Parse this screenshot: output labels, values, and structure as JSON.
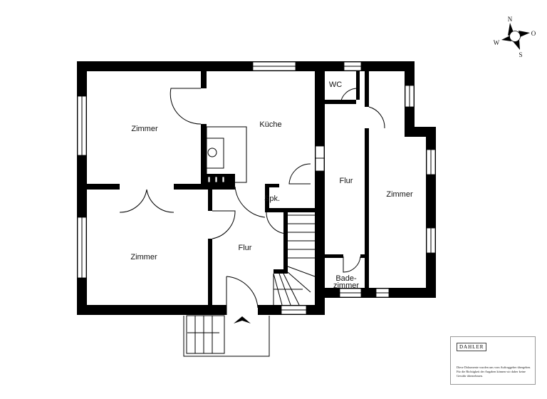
{
  "rooms": {
    "zimmer_nw": "Zimmer",
    "kueche": "Küche",
    "spk": "Spk.",
    "flur_east": "Flur",
    "zimmer_east": "Zimmer",
    "zimmer_sw": "Zimmer",
    "flur_main": "Flur",
    "wc": "WC",
    "bad_line1": "Bade-",
    "bad_line2": "zimmer"
  },
  "compass": {
    "n": "N",
    "o": "O",
    "s": "S",
    "w": "W"
  },
  "legend": {
    "brand": "DAHLER",
    "disclaimer": "Diese Dokumente wurden uns vom Auftraggeber übergeben. Für die Richtigkeit der Angaben können wir daher keine Gewähr übernehmen."
  },
  "colors": {
    "wall": "#000000",
    "background": "#ffffff"
  }
}
